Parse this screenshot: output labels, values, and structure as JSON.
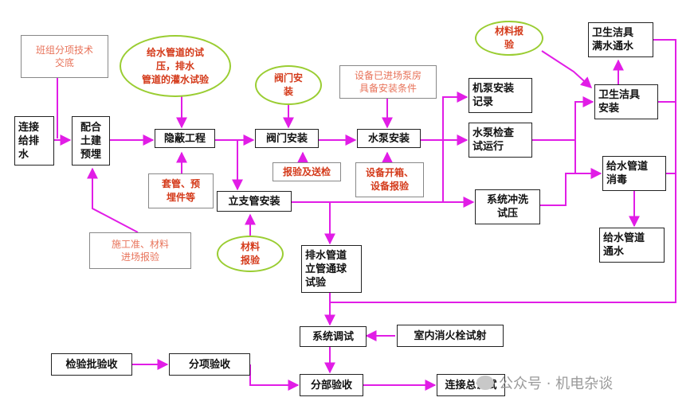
{
  "boxes": {
    "lianjie": "连接\n给排\n水",
    "peihe": "配合\n土建\n预埋",
    "yinbi": "隐蔽工程",
    "famen_az": "阀门安装",
    "shuibeng_az": "水泵安装",
    "jibeng_az": "机泵安装\n记录",
    "shuibeng_jc": "水泵检查\n试运行",
    "lizhiguan": "立支管安装",
    "xitong_cx": "系统冲洗\n试压",
    "paishui_tq": "排水管道\n立管通球\n试验",
    "weisheng_manshui": "卫生洁具\n满水通水",
    "weisheng_az": "卫生洁具\n安装",
    "jishui_xd": "给水管道\n消毒",
    "jishui_ts": "给水管道\n通水",
    "xitong_ts": "系统调试",
    "shinei_xhs": "室内消火栓试射",
    "jianyanpi": "检验批验收",
    "fenxiang": "分项验收",
    "fenbu": "分部验收",
    "lianjie_zts": "连接总调试"
  },
  "notes": {
    "banzu": "班组分项技术\n交底",
    "shigong": "施工准、材料\n进场报验",
    "shebei": "设备已进场泵房\n具备安装条件"
  },
  "red_boxes": {
    "taoguan": "套管、预\n埋件等",
    "baoyan": "报验及送检",
    "shebei_kx": "设备开箱、\n设备报验"
  },
  "ovals": {
    "jishui_sy": "给水管道的试\n压，排水\n管道的灌水试验",
    "famen": "阀门安\n装",
    "cailiao_top": "材料报\n验",
    "cailiao_bottom": "材料\n报验"
  },
  "watermark": "公众号 · 机电杂谈",
  "colors": {
    "arrow": "#e11de6",
    "oval_border": "#9acd32",
    "note_text": "#e8735a",
    "red_text": "#d43a1a"
  }
}
